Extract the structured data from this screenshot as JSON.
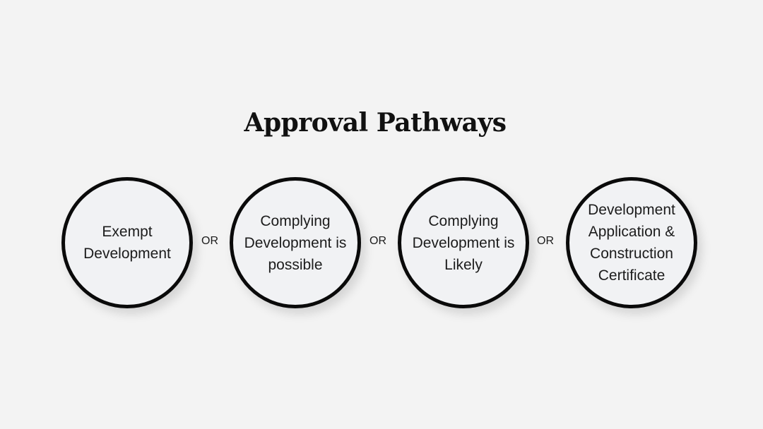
{
  "title": "Approval Pathways",
  "pathways": [
    {
      "label": "Exempt Development"
    },
    {
      "label": "Complying Development is possible"
    },
    {
      "label": "Complying Development is Likely"
    },
    {
      "label": "Development Application & Construction Certificate"
    }
  ],
  "connectors": [
    "OR",
    "OR",
    "OR"
  ],
  "colors": {
    "background": "#f3f3f3",
    "circle_fill": "#f1f2f4",
    "circle_border": "#0a0a0a",
    "text": "#1c1c1c"
  }
}
